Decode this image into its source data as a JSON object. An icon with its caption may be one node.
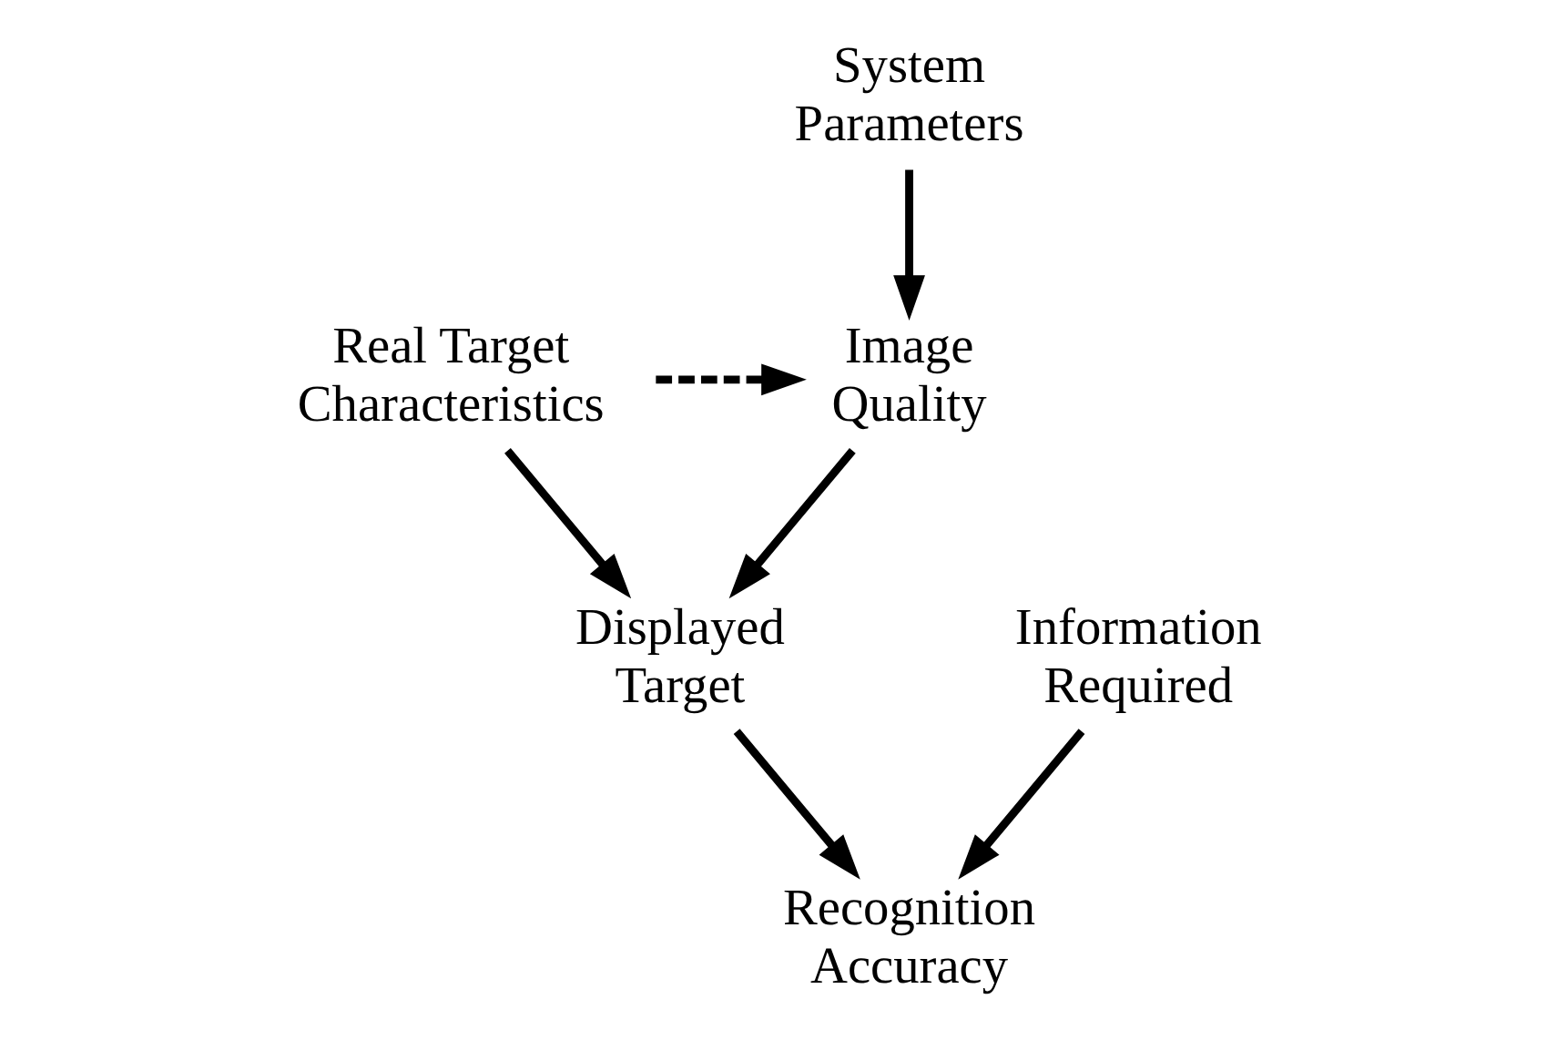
{
  "diagram": {
    "nodes": [
      {
        "text": [
          "System Parameters"
        ]
      },
      {
        "text": [
          "Image Quality"
        ]
      },
      {
        "text": [
          "Real Target Characteristics"
        ]
      },
      {
        "text": [
          "Displayed Target"
        ]
      },
      {
        "text": [
          "Information Required"
        ]
      },
      {
        "text": [
          "Recognition Accuracy"
        ]
      }
    ],
    "edges": [
      {
        "from": 0,
        "to": 1,
        "arrow": "to"
      },
      {
        "from": 2,
        "to": 1,
        "arrow": "to",
        "style": "dashed"
      },
      {
        "from": 1,
        "to": 3,
        "arrow": "to"
      },
      {
        "from": 2,
        "to": 3,
        "arrow": "to"
      },
      {
        "from": 3,
        "to": 5,
        "arrow": "to"
      },
      {
        "from": 4,
        "to": 5,
        "arrow": "to"
      }
    ]
  }
}
